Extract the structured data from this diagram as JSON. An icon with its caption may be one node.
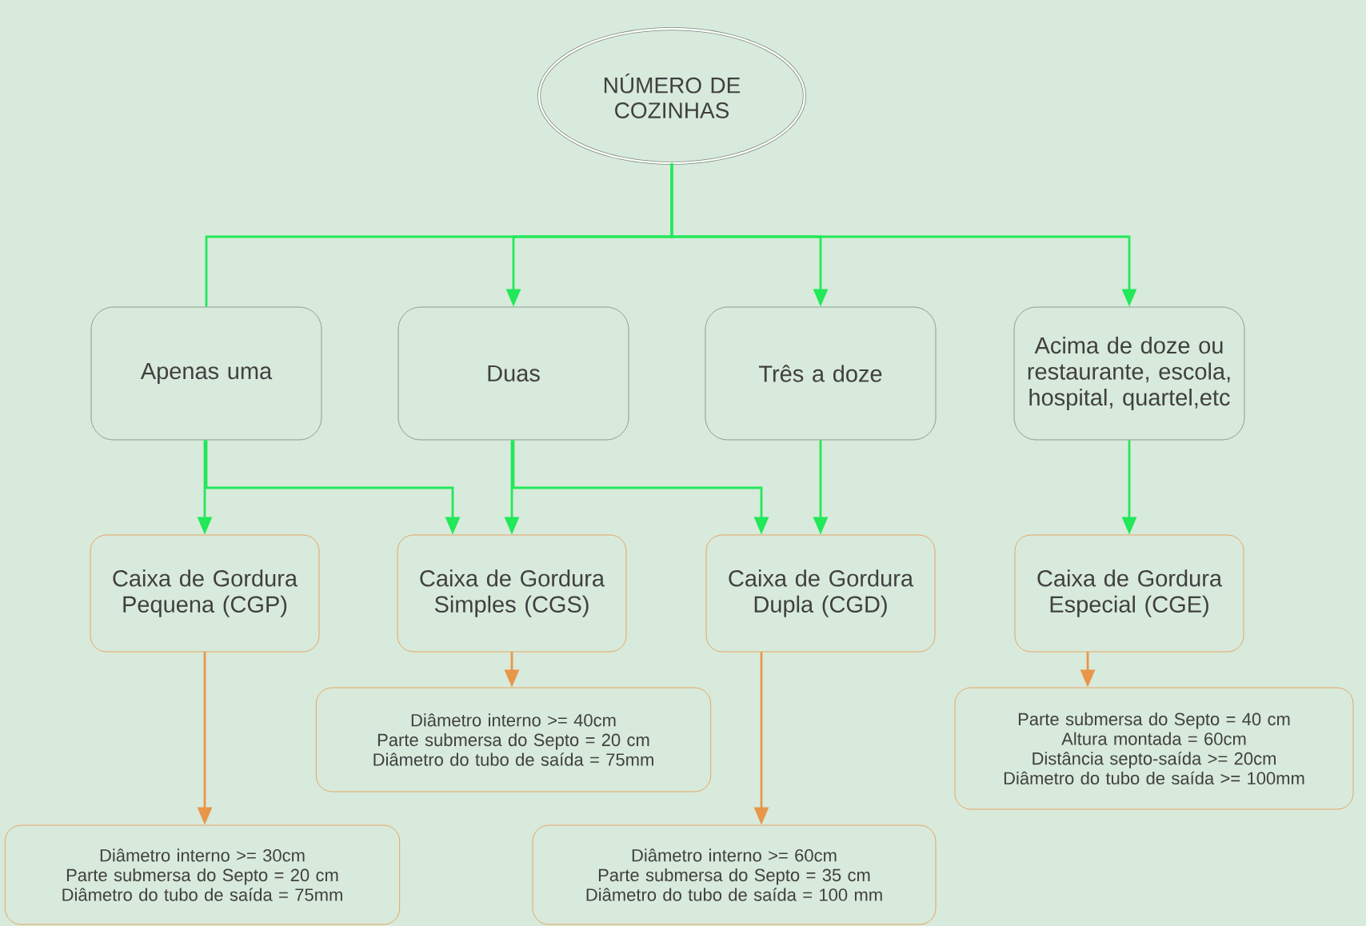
{
  "diagram": {
    "nodes": [
      {
        "text": [
          "NÚMERO DE COZINHAS"
        ]
      },
      {
        "text": [
          "Apenas uma"
        ]
      },
      {
        "text": [
          "Duas"
        ]
      },
      {
        "text": [
          "Três a doze"
        ]
      },
      {
        "text": [
          "Acima de doze ou restaurante, escola, hospital, quartel,etc"
        ]
      },
      {
        "text": [
          "Caixa de Gordura Pequena (CGP)"
        ]
      },
      {
        "text": [
          "Caixa de Gordura Simples (CGS)"
        ]
      },
      {
        "text": [
          "Caixa de Gordura Dupla (CGD)"
        ]
      },
      {
        "text": [
          "Caixa de Gordura Especial (CGE)"
        ]
      },
      {
        "text": [
          "Diâmetro interno >= 30cm",
          "Parte submersa do Septo = 20 cm",
          "Diâmetro do tubo de saída = 75mm"
        ]
      },
      {
        "text": [
          "Diâmetro interno >= 40cm",
          "Parte submersa do Septo = 20 cm",
          "Diâmetro do tubo de saída = 75mm"
        ]
      },
      {
        "text": [
          "Diâmetro interno >= 60cm",
          "Parte submersa do Septo = 35 cm",
          "Diâmetro do tubo de saída = 100 mm"
        ]
      },
      {
        "text": [
          "Parte submersa do Septo = 40 cm",
          "Altura montada = 60cm",
          "Distância septo-saída >= 20cm",
          "Diâmetro do tubo de saída >= 100mm"
        ]
      }
    ],
    "edges": [
      {
        "from": 0,
        "to": 1,
        "arrow": "none"
      },
      {
        "from": 0,
        "to": 2,
        "arrow": "to"
      },
      {
        "from": 0,
        "to": 3,
        "arrow": "to"
      },
      {
        "from": 0,
        "to": 4,
        "arrow": "to"
      },
      {
        "from": 1,
        "to": 5,
        "arrow": "to"
      },
      {
        "from": 1,
        "to": 6,
        "arrow": "to"
      },
      {
        "from": 2,
        "to": 6,
        "arrow": "to"
      },
      {
        "from": 2,
        "to": 7,
        "arrow": "to"
      },
      {
        "from": 3,
        "to": 7,
        "arrow": "to"
      },
      {
        "from": 4,
        "to": 8,
        "arrow": "to"
      },
      {
        "from": 5,
        "to": 9,
        "arrow": "to",
        "color": "#e8964a"
      },
      {
        "from": 6,
        "to": 10,
        "arrow": "to",
        "color": "#e8964a"
      },
      {
        "from": 7,
        "to": 11,
        "arrow": "to",
        "color": "#e8964a"
      },
      {
        "from": 8,
        "to": 12,
        "arrow": "to",
        "color": "#e8964a"
      }
    ]
  }
}
